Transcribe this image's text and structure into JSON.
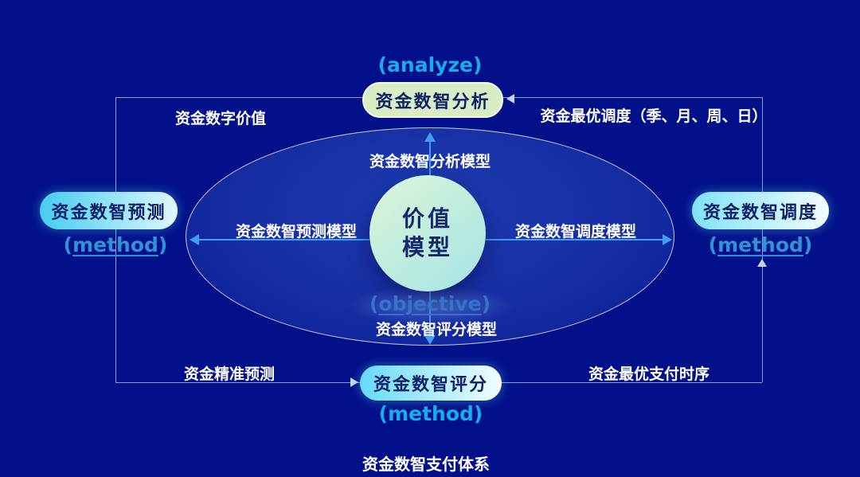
{
  "diagram": {
    "center": {
      "label_line1": "价值",
      "label_line2": "模型",
      "objective_open": "(",
      "objective_word": "objective",
      "objective_close": ")"
    },
    "nodes": {
      "top": {
        "label": "资金数智分析",
        "annotation": "(analyze)"
      },
      "left": {
        "label": "资金数智预测",
        "ann_open": "(",
        "ann_word": "method",
        "ann_close": ")"
      },
      "right": {
        "label": "资金数智调度",
        "ann_open": "(",
        "ann_word": "method",
        "ann_close": ")"
      },
      "bottom": {
        "label": "资金数智评分",
        "annotation": "(method)"
      }
    },
    "model_labels": {
      "top": "资金数智分析模型",
      "left": "资金数智预测模型",
      "right": "资金数智调度模型",
      "bottom": "资金数智评分模型"
    },
    "outer_labels": {
      "top_left": "资金数字价值",
      "top_right": "资金最优调度（季、月、周、日）",
      "bottom_left": "资金精准预测",
      "bottom_right": "资金最优支付时序"
    },
    "footer": "资金数智支付体系",
    "colors": {
      "background": "#021189",
      "ellipse_fill": "#162DA2",
      "ellipse_stroke": "#FFFFFF",
      "analyze_cyan": "#1BA9E9",
      "method_blue": "#2F93D6",
      "method_bottom_cyan": "#14AEEA",
      "objective_blue": "#3273CF",
      "pill_green": "#D9EDC4",
      "pill_cyan_start": "#45CCF0",
      "pill_cyan_end": "#F2FCFF",
      "pill_text_navy": "#0F2268",
      "circle_mint_start": "#DDF6D8",
      "circle_mint_end": "#A6E3E7",
      "arrow_blue": "#3F9EF5",
      "connector_line": "#A5C0F5",
      "label_white": "#FFFFFF"
    }
  }
}
